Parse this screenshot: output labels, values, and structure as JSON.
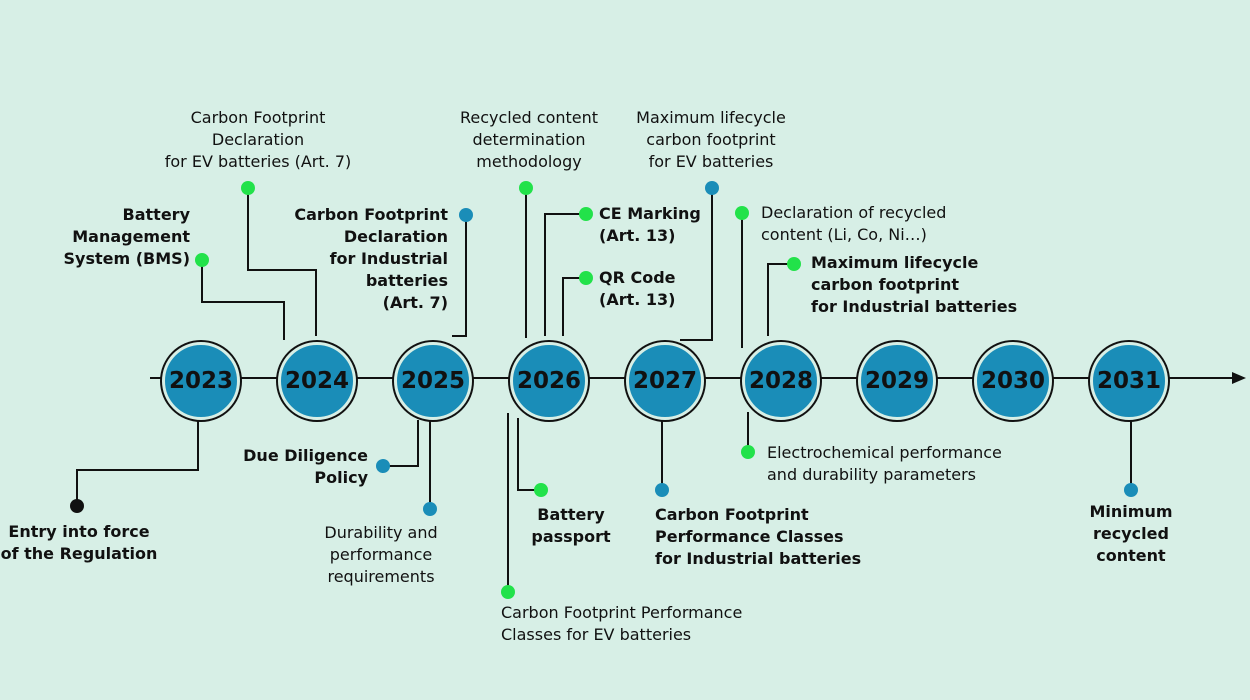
{
  "colors": {
    "background": "#d7efe6",
    "year_circle": "#1a8db8",
    "dot_green": "#22e24a",
    "dot_blue": "#1a8db8",
    "line": "#111111"
  },
  "years": [
    "2023",
    "2024",
    "2025",
    "2026",
    "2027",
    "2028",
    "2029",
    "2030",
    "2031"
  ],
  "labels": {
    "bms": [
      "Battery",
      "Management",
      "System (BMS)"
    ],
    "cf_ev": [
      "Carbon Footprint",
      "Declaration",
      "for EV batteries (Art. 7)"
    ],
    "cf_ind": [
      "Carbon Footprint",
      "Declaration",
      "for Industrial",
      "batteries",
      "(Art. 7)"
    ],
    "recycled_method": [
      "Recycled content",
      "determination",
      "methodology"
    ],
    "ce_marking": [
      "CE Marking",
      "(Art. 13)"
    ],
    "qr_code": [
      "QR Code",
      "(Art. 13)"
    ],
    "max_cf_ev": [
      "Maximum lifecycle",
      "carbon footprint",
      "for EV batteries"
    ],
    "decl_recycled": [
      "Declaration of recycled",
      "content (Li, Co, Ni…)"
    ],
    "max_cf_ind": [
      "Maximum lifecycle",
      "carbon footprint",
      "for Industrial batteries"
    ],
    "entry_force": [
      "Entry into force",
      "of the Regulation"
    ],
    "due_diligence": [
      "Due Diligence",
      "Policy"
    ],
    "durability": [
      "Durability and",
      "performance",
      "requirements"
    ],
    "cf_classes_ev": [
      "Carbon Footprint Performance",
      "Classes for EV batteries"
    ],
    "passport": [
      "Battery",
      "passport"
    ],
    "cf_classes_ind": [
      "Carbon Footprint",
      "Performance Classes",
      "for Industrial batteries"
    ],
    "electrochem": [
      "Electrochemical performance",
      "and durability parameters"
    ],
    "min_recycled": [
      "Minimum",
      "recycled",
      "content"
    ]
  }
}
